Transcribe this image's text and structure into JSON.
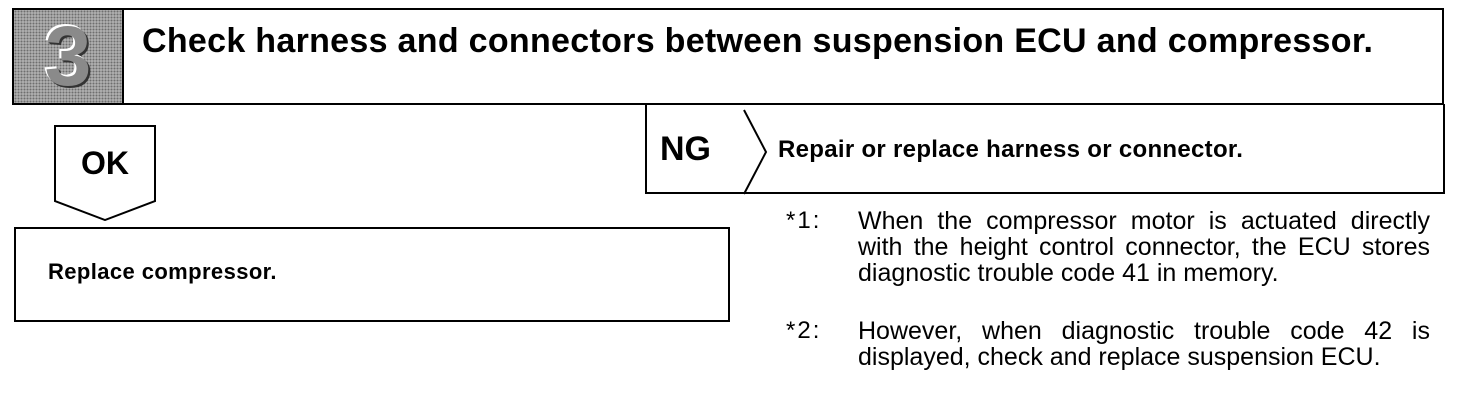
{
  "step": {
    "number": "3",
    "title": "Check harness and connectors between suspension ECU and compressor."
  },
  "ok_branch": {
    "label": "OK",
    "action": "Replace compressor."
  },
  "ng_branch": {
    "label": "NG",
    "action": "Repair or replace harness or connector."
  },
  "notes": [
    {
      "marker": "*1:",
      "text": "When the compressor motor is actuated directly with the height control connector, the ECU stores diagnostic trouble code 41 in memory."
    },
    {
      "marker": "*2:",
      "text": "However, when diagnostic trouble code 42 is displayed, check and replace suspension ECU."
    }
  ]
}
